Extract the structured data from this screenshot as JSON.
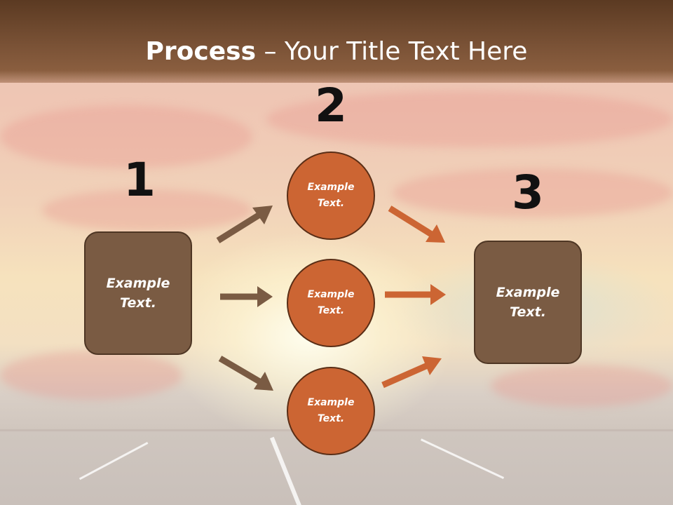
{
  "title": {
    "bold": "Process",
    "rest": " – Your Title Text Here"
  },
  "steps": {
    "n1": "1",
    "n2": "2",
    "n3": "3"
  },
  "left_box": {
    "text": "Example\nText."
  },
  "right_box": {
    "text": "Example\nText."
  },
  "circles": [
    {
      "text": "Example\nText."
    },
    {
      "text": "Example\nText."
    },
    {
      "text": "Example\nText."
    }
  ],
  "colors": {
    "title_band": "#6e4a30",
    "box_fill": "#7a5b43",
    "circle_fill": "#cc6533",
    "arrow_left": "#7a5b43",
    "arrow_right": "#cc6533"
  }
}
